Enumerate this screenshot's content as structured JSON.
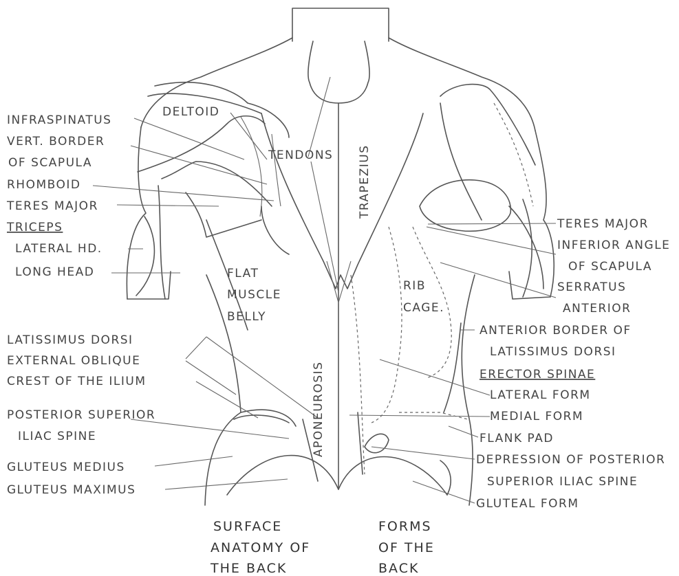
{
  "left_labels": {
    "infraspinatus": "INFRASPINATUS",
    "vert_border_1": "VERT. BORDER",
    "vert_border_2": "OF SCAPULA",
    "rhomboid": "RHOMBOID",
    "teres_major": "TERES MAJOR",
    "triceps": "TRICEPS",
    "lateral_hd": "LATERAL HD.",
    "long_head": "LONG HEAD",
    "latissimus_dorsi": "LATISSIMUS DORSI",
    "external_oblique": "EXTERNAL OBLIQUE",
    "crest_ilium": "CREST OF THE ILIUM",
    "post_sup_1": "POSTERIOR SUPERIOR",
    "post_sup_2": "ILIAC SPINE",
    "gluteus_medius": "GLUTEUS MEDIUS",
    "gluteus_maximus": "GLUTEUS MAXIMUS"
  },
  "inner_labels": {
    "deltoid": "DELTOID",
    "tendons": "TENDONS",
    "trapezius": "TRAPEZIUS",
    "flat_1": "FLAT",
    "flat_2": "MUSCLE",
    "flat_3": "BELLY",
    "aponeurosis": "APONEUROSIS",
    "rib": "RIB",
    "cage": "CAGE."
  },
  "right_labels": {
    "teres_major": "TERES MAJOR",
    "inferior_angle_1": "INFERIOR ANGLE",
    "inferior_angle_2": "OF SCAPULA",
    "serratus_1": "SERRATUS",
    "serratus_2": "ANTERIOR",
    "ant_border_1": "ANTERIOR BORDER OF",
    "ant_border_2": "LATISSIMUS DORSI",
    "erector_spinae": "ERECTOR SPINAE",
    "lateral_form": "LATERAL FORM",
    "medial_form": "MEDIAL FORM",
    "flank_pad": "FLANK PAD",
    "depression_1": "DEPRESSION OF POSTERIOR",
    "depression_2": "SUPERIOR ILIAC SPINE",
    "gluteal_form": "GLUTEAL FORM"
  },
  "titles": {
    "left_1": "SURFACE",
    "left_2": "ANATOMY OF",
    "left_3": "THE BACK",
    "right_1": "FORMS",
    "right_2": "OF THE",
    "right_3": "BACK"
  }
}
